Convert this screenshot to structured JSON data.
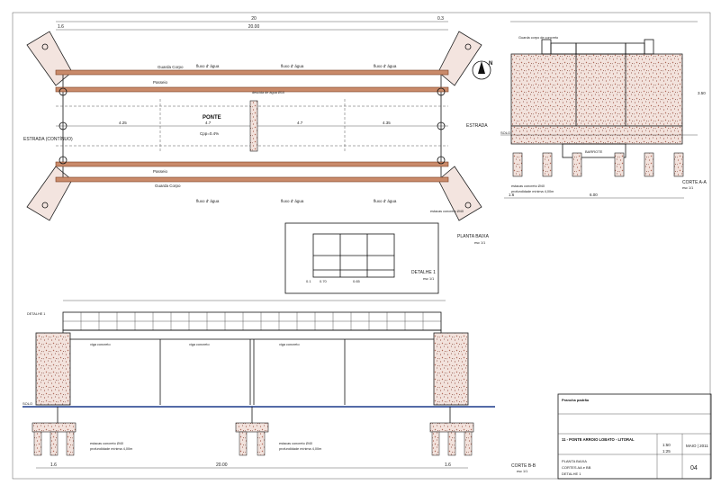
{
  "plan": {
    "dim_total": "20",
    "dim_inner": "20.00",
    "dim_left": "1.6",
    "dim_right": "0.3",
    "label_guarda_corpo_top": "Guarda Corpo",
    "label_passeio_top": "Passeio",
    "label_guarda_corpo_bottom": "Guarda Corpo",
    "label_passeio_bottom": "Passeio",
    "fluxo": "fluxo d' água",
    "ponte": "PONTE",
    "ponte_sub": "Cpp=0.4%",
    "estrada_left": "ESTRADA (CONTÍNUO)",
    "estrada_right": "ESTRADA",
    "span_a": "4.25",
    "span_b": "4.7",
    "span_c": "4.7",
    "span_d": "4.35",
    "north": "N",
    "desc_agua": "descida de água Ø10",
    "estaca": "estacas concreto Ø40",
    "caption": "PLANTA BAIXA",
    "caption_scale": "esc 1/1"
  },
  "section_aa": {
    "caption": "CORTE A-A",
    "caption_scale": "esc 1/1",
    "label_guarda": "Guarda corpo de concreto",
    "label_solo": "SOLO",
    "label_barrom": "BARROTE",
    "dim_6": "6.00",
    "dim_1": "1.6",
    "dim_h": "3.50",
    "estaca_note": "estacas concreto Ø40",
    "prof_note": "profundidade mínima 4,00m"
  },
  "detail": {
    "caption": "DETALHE 1",
    "caption_scale": "esc 1/1",
    "dim_a": "0.70",
    "dim_b": "0.65",
    "dim_c": "0.1"
  },
  "section_bb": {
    "caption": "CORTE B-B",
    "caption_scale": "esc 1/1",
    "label_detalhe": "DETALHE 1",
    "label_solo": "SOLO",
    "dim_total": "20.00",
    "dim_left": "1.6",
    "dim_right": "1.6",
    "estaca_note": "estacas concreto Ø40",
    "prof_note": "profundidade mínima 4,00m",
    "viga": "viga concreto"
  },
  "titleblock": {
    "head": "Prancha padrão",
    "project": "11 - PONTE ARROIO LOBATO - LITORAL",
    "scale_a": "1:50",
    "scale_b": "1:25",
    "date": "MAIO | 2011",
    "sheet": "04",
    "contents_1": "PLANTA BAIXA",
    "contents_2": "CORTES AA e BB",
    "contents_3": "DETALHE 1"
  }
}
